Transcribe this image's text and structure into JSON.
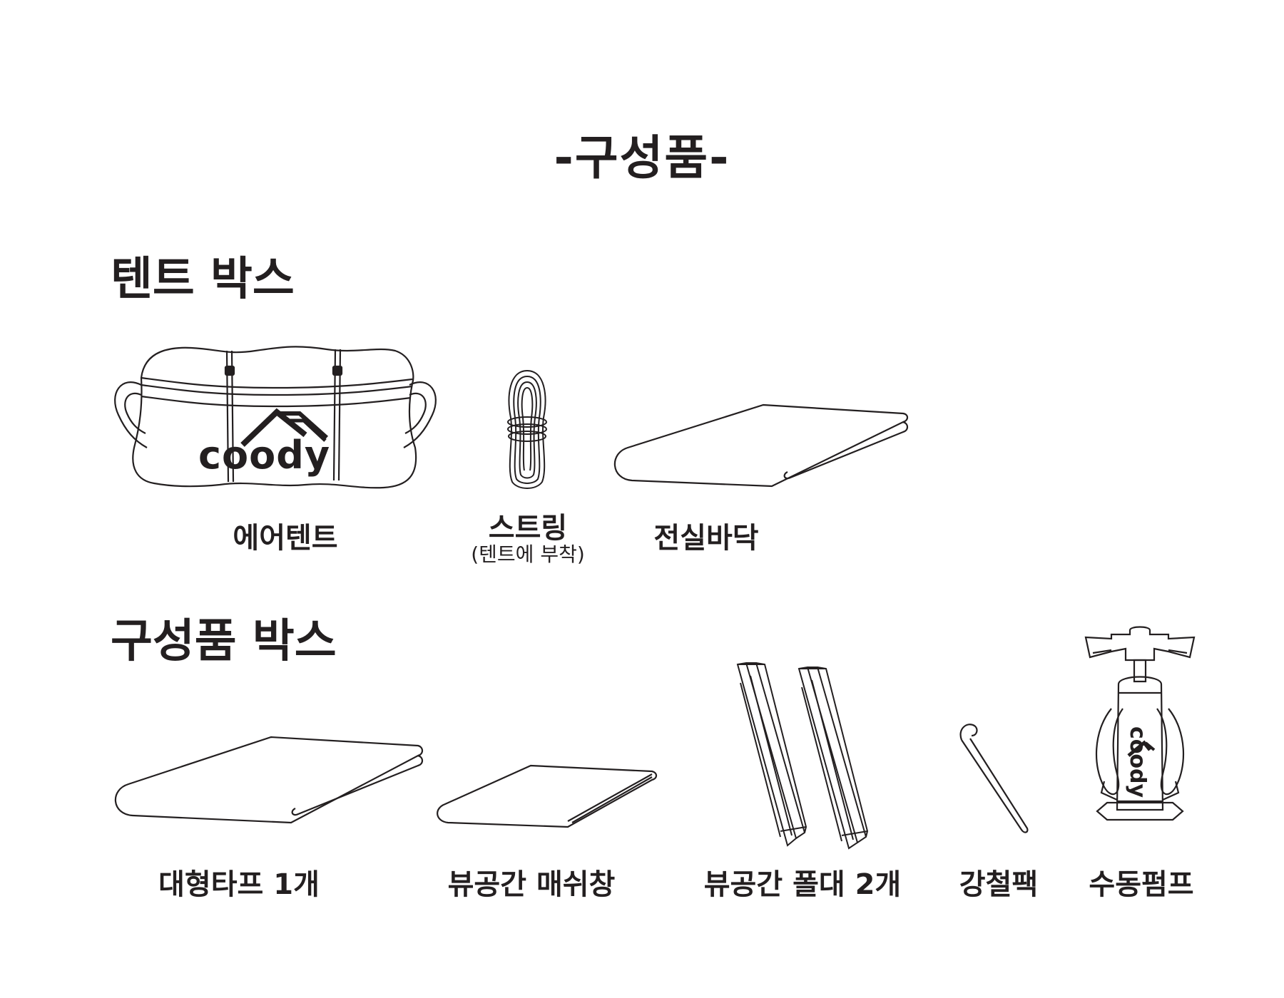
{
  "page_title": "-구성품-",
  "tent_box": {
    "heading": "텐트 박스",
    "items": [
      {
        "name": "에어텐트",
        "brand": "coody"
      },
      {
        "name": "스트링",
        "note": "(텐트에 부착)"
      },
      {
        "name": "전실바닥"
      }
    ]
  },
  "parts_box": {
    "heading": "구성품 박스",
    "items": [
      {
        "name": "대형타프 1개"
      },
      {
        "name": "뷰공간 매쉬창"
      },
      {
        "name": "뷰공간 폴대 2개"
      },
      {
        "name": "강철팩"
      },
      {
        "name": "수동펌프",
        "brand": "coody"
      }
    ]
  },
  "colors": {
    "ink": "#231f20",
    "background": "#ffffff"
  }
}
